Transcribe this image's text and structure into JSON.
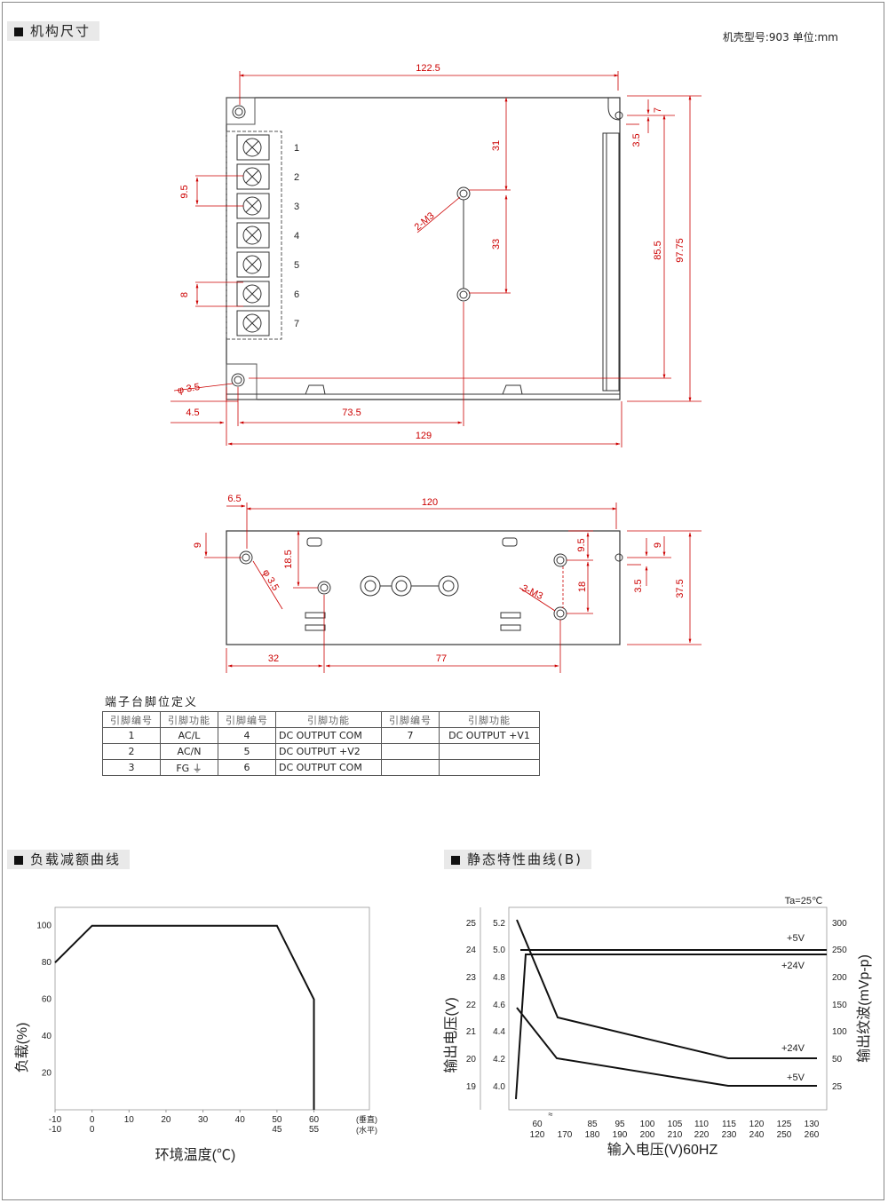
{
  "header": {
    "section1_title": "机构尺寸",
    "case_note": "机壳型号:903 单位:mm"
  },
  "top_view": {
    "dims": {
      "width_top": "122.5",
      "d31": "31",
      "d33": "33",
      "d7": "7",
      "d3_5": "3.5",
      "d85_5": "85.5",
      "d97_75": "97.75",
      "d9_5": "9.5",
      "d8": "8",
      "hole_label": "2-M3",
      "phi": "φ 3.5",
      "d4_5": "4.5",
      "d73_5": "73.5",
      "d129": "129"
    },
    "terminals": [
      "1",
      "2",
      "3",
      "4",
      "5",
      "6",
      "7"
    ]
  },
  "side_view": {
    "dims": {
      "d6_5": "6.5",
      "d120": "120",
      "d9_left": "9",
      "d18_5": "18.5",
      "phi": "φ 3.5",
      "d9_5": "9.5",
      "d9_right": "9",
      "hole_label": "3-M3",
      "d18": "18",
      "d3_5": "3.5",
      "d37_5": "37.5",
      "d32": "32",
      "d77": "77"
    }
  },
  "pin_table": {
    "caption": "端子台脚位定义",
    "headers": [
      "引脚编号",
      "引脚功能",
      "引脚编号",
      "引脚功能",
      "引脚编号",
      "引脚功能"
    ],
    "rows": [
      [
        "1",
        "AC/L",
        "4",
        "DC OUTPUT COM",
        "7",
        "DC OUTPUT +V1"
      ],
      [
        "2",
        "AC/N",
        "5",
        "DC OUTPUT +V2",
        "",
        ""
      ],
      [
        "3",
        "FG ⏚",
        "6",
        "DC OUTPUT COM",
        "",
        ""
      ]
    ]
  },
  "derating": {
    "section_title": "负载减额曲线",
    "ylabel": "负载(%)",
    "xlabel": "环境温度(℃)",
    "x_axis_note_1": "(垂直)",
    "x_axis_note_2": "(水平)"
  },
  "static": {
    "section_title": "静态特性曲线(B)",
    "ta_label": "Ta=25℃",
    "ylabel_left": "输出电压(V)",
    "ylabel_right": "输出纹波(mVp-p)",
    "xlabel": "输入电压(V)60HZ",
    "break_mark": "≈"
  },
  "chart_data": [
    {
      "type": "line",
      "name": "derating",
      "x_vertical": [
        -10,
        0,
        10,
        20,
        30,
        40,
        50,
        60
      ],
      "x_horizontal": [
        -10,
        0,
        "",
        "",
        "",
        "",
        45,
        55
      ],
      "yticks": [
        20,
        40,
        60,
        80,
        100
      ],
      "ylim": [
        0,
        110
      ],
      "series": [
        {
          "x": [
            -10,
            0,
            50,
            60,
            60
          ],
          "y": [
            80,
            100,
            100,
            60,
            0
          ]
        }
      ],
      "xlabel": "环境温度(℃)",
      "ylabel": "负载(%)"
    },
    {
      "type": "line",
      "name": "static",
      "x_ticks_top": [
        60,
        85,
        95,
        100,
        105,
        110,
        115,
        120,
        125,
        130
      ],
      "x_ticks_bottom": [
        120,
        170,
        180,
        190,
        200,
        210,
        220,
        230,
        240,
        250,
        260
      ],
      "y_left_outer": [
        19,
        20,
        21,
        22,
        23,
        24,
        25
      ],
      "y_left_inner": [
        "4.0",
        "4.2",
        "4.4",
        "4.6",
        "4.8",
        "5.0",
        "5.2"
      ],
      "y_right": [
        25,
        50,
        100,
        150,
        200,
        250,
        300
      ],
      "series": [
        {
          "name": "+5V",
          "kind": "voltage",
          "label": "+5V"
        },
        {
          "name": "+24V",
          "kind": "voltage",
          "label": "+24V"
        },
        {
          "name": "+24V",
          "kind": "ripple",
          "label": "+24V"
        },
        {
          "name": "+5V",
          "kind": "ripple",
          "label": "+5V"
        }
      ],
      "xlabel": "输入电压(V)60HZ"
    }
  ]
}
